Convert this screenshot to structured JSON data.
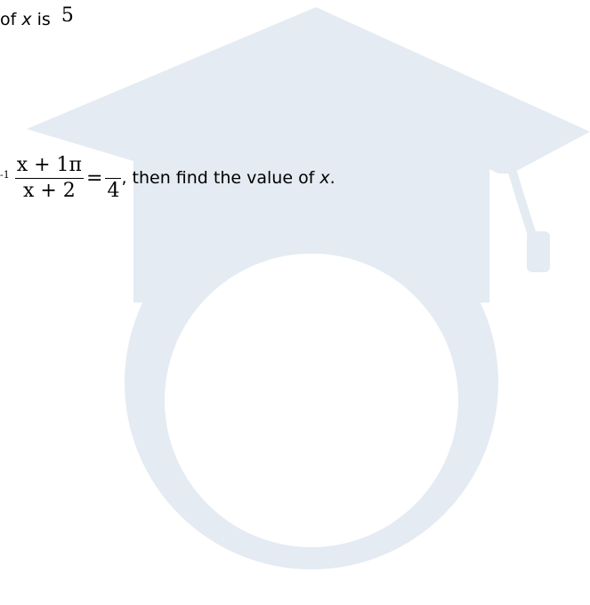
{
  "watermark": {
    "icon": "graduation-cap-icon",
    "color": "#e4ebf2"
  },
  "line1": {
    "prefix": "of ",
    "variable": "x",
    "suffix": " is ",
    "value": "5"
  },
  "line2": {
    "exponent": "-1",
    "numerator": "x + 1π",
    "denominator": "x + 2",
    "equals": "=",
    "rhs_denominator": "4",
    "suffix_pre": ", then find the value of ",
    "variable": "x",
    "suffix_post": "."
  }
}
